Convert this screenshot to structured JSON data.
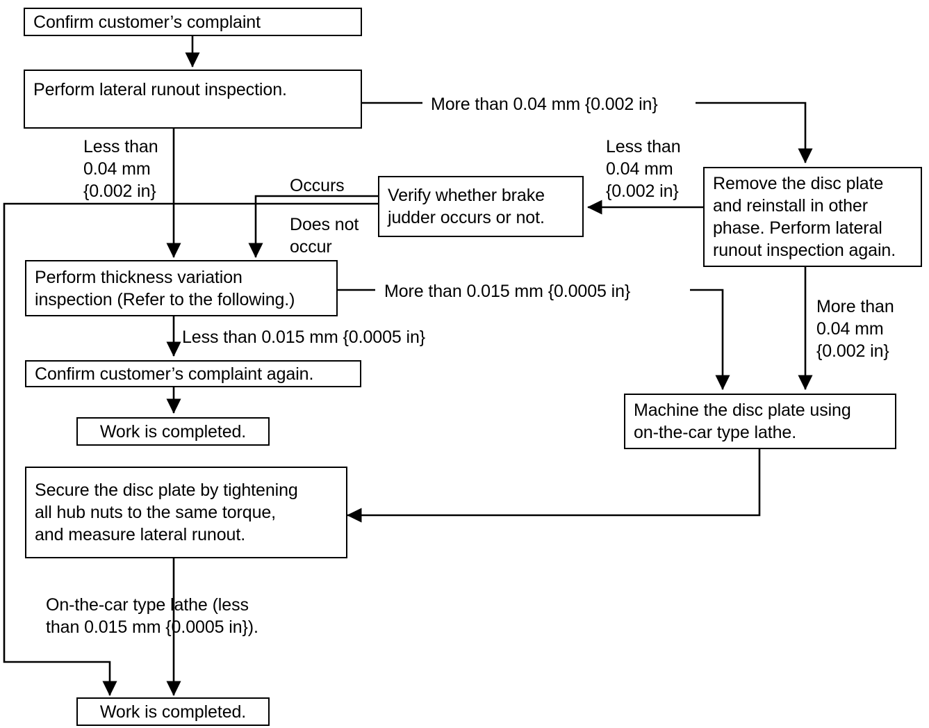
{
  "diagram": {
    "title": "Brake judder / disc plate lateral runout diagnostic flowchart",
    "background_color": "#ffffff",
    "line_color": "#000000",
    "nodes": [
      {
        "id": "confirm_complaint",
        "label": "Confirm customer’s complaint"
      },
      {
        "id": "lateral_runout",
        "label": "Perform lateral runout inspection."
      },
      {
        "id": "remove_disc",
        "label": "Remove the disc plate\nand reinstall in other\nphase. Perform lateral\nrunout inspection again."
      },
      {
        "id": "verify_judder",
        "label": "Verify whether brake\njudder occurs or not."
      },
      {
        "id": "thickness_variation",
        "label": "Perform thickness variation\ninspection (Refer to the following.)"
      },
      {
        "id": "confirm_again",
        "label": "Confirm customer’s complaint again."
      },
      {
        "id": "work_completed_mid",
        "label": "Work is completed."
      },
      {
        "id": "machine_disc",
        "label": "Machine the disc plate using\non-the-car type lathe."
      },
      {
        "id": "secure_disc",
        "label": "Secure the disc plate by tightening\nall hub nuts to the same torque,\nand measure lateral runout."
      },
      {
        "id": "work_completed_bottom",
        "label": "Work is completed."
      }
    ],
    "edge_labels": [
      {
        "id": "more_than_004_top",
        "text": "More than 0.04 mm {0.002 in}"
      },
      {
        "id": "less_than_004_left",
        "text": "Less than\n0.04 mm\n{0.002 in}"
      },
      {
        "id": "less_than_004_right",
        "text": "Less than\n0.04 mm\n{0.002 in}"
      },
      {
        "id": "occurs",
        "text": "Occurs"
      },
      {
        "id": "does_not_occur",
        "text": "Does not\noccur"
      },
      {
        "id": "more_than_0015",
        "text": "More than 0.015 mm {0.0005 in}"
      },
      {
        "id": "less_than_0015",
        "text": "Less than 0.015 mm {0.0005 in}"
      },
      {
        "id": "more_than_004_right",
        "text": "More than\n0.04 mm\n{0.002 in}"
      },
      {
        "id": "on_the_car_lathe",
        "text": "On-the-car type lathe (less\nthan 0.015 mm {0.0005 in})."
      }
    ]
  }
}
